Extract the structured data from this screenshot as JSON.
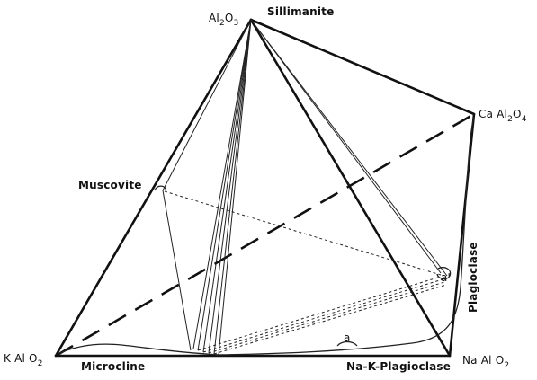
{
  "vertices": {
    "al2o3": {
      "main": "Al",
      "sub1": "2",
      "mid": "O",
      "sub2": "3"
    },
    "sillimanite": "Sillimanite",
    "caal2o4": {
      "main": "Ca Al",
      "sub1": "2",
      "mid": "O",
      "sub2": "4"
    },
    "kalo2": {
      "main": "K Al O",
      "sub1": "2"
    },
    "naalo2": {
      "main": "Na Al O",
      "sub1": "2"
    }
  },
  "phases": {
    "muscovite": "Muscovite",
    "microcline": "Microcline",
    "plagioclase": "Plagioclase",
    "na_k_plagioclase": "Na-K-Plagioclase"
  },
  "points": {
    "a": "a",
    "a_prime": "a'"
  }
}
